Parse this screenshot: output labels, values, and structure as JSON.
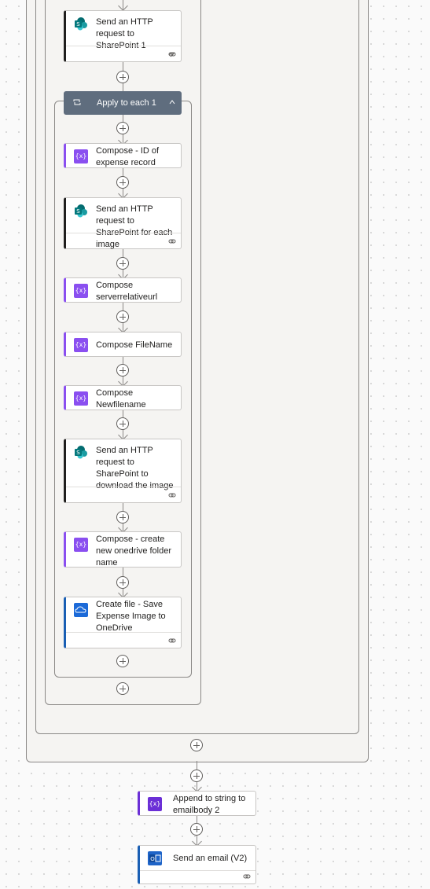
{
  "steps": {
    "sp1": "Send an HTTP request to SharePoint 1",
    "apply": "Apply to each 1",
    "compose_id": "Compose - ID of expense record",
    "sp_each": "Send an HTTP request to SharePoint for each image",
    "compose_url": "Compose serverrelativeurl",
    "compose_fn": "Compose FileName",
    "compose_nf": "Compose Newfilename",
    "sp_dl": "Send an HTTP request to SharePoint to download the image",
    "compose_folder": "Compose - create new onedrive folder name",
    "create_file": "Create file - Save Expense Image to OneDrive",
    "append": "Append to string to emailbody 2",
    "email": "Send an email (V2)"
  },
  "icons": {
    "compose": "compose-icon",
    "sharepoint": "sharepoint-icon",
    "onedrive": "onedrive-icon",
    "outlook": "outlook-icon",
    "link": "link-icon",
    "loop": "loop-icon",
    "collapse": "chevron-up-icon",
    "add": "add-step-icon"
  },
  "colors": {
    "compose": "#8a4ff0",
    "sharepoint": "#036c70",
    "onedrive": "#1c6ad8",
    "outlook": "#1e64c8",
    "loop_header": "#5f6d7e"
  }
}
